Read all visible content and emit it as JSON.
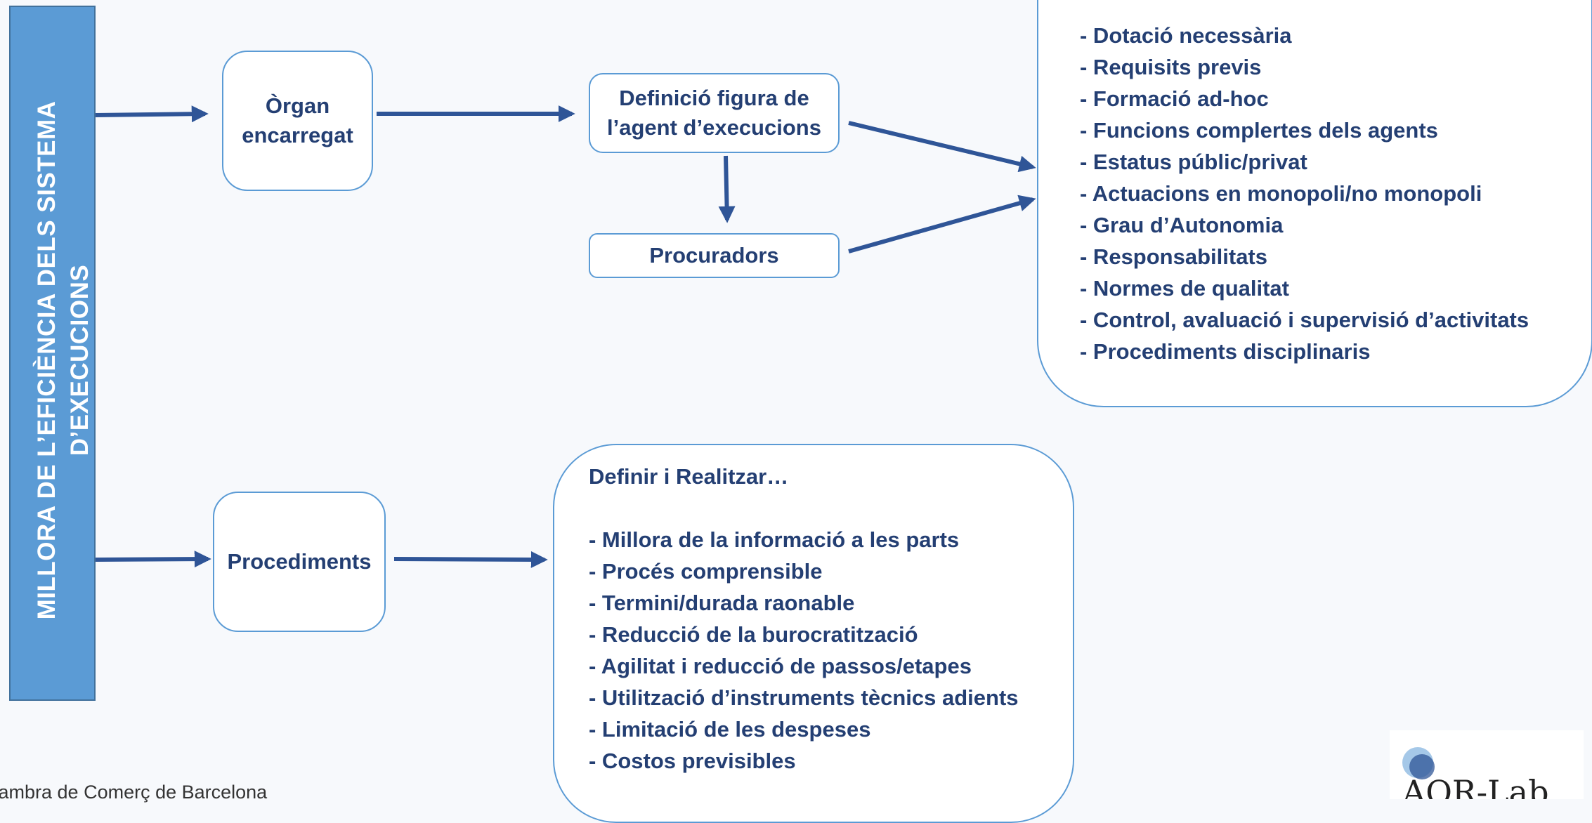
{
  "sidebar": {
    "title": "MILLORA DE L’EFICIÈNCIA DELS SISTEMA D’EXECUCIONS"
  },
  "boxes": {
    "organ": "Òrgan encarregat",
    "definicio": "Definició figura de l’agent d’execucions",
    "procuradors": "Procuradors",
    "procediments": "Procediments"
  },
  "agent_requirements": [
    "- Dotació necessària",
    "- Requisits previs",
    "- Formació ad-hoc",
    "- Funcions complertes dels agents",
    "- Estatus públic/privat",
    "- Actuacions en monopoli/no monopoli",
    "- Grau d’Autonomia",
    "- Responsabilitats",
    "- Normes de qualitat",
    "- Control, avaluació i supervisió d’activitats",
    "- Procediments disciplinaris"
  ],
  "procedure_goals": {
    "heading": "Definir i Realitzar…",
    "items": [
      "- Millora de la informació a les parts",
      "- Procés  comprensible",
      "- Termini/durada raonable",
      "- Reducció de la burocratització",
      "- Agilitat i reducció de passos/etapes",
      "- Utilització d’instruments tècnics adients",
      "- Limitació de les despeses",
      "- Costos previsibles"
    ]
  },
  "footer": {
    "text": "Cambra de Comerç de Barcelona"
  },
  "logo": {
    "text": "AQR-Lab",
    "icon": "aqr-lab-logo-icon"
  },
  "colors": {
    "accent": "#5b9bd5",
    "arrow": "#2f5597",
    "text": "#243f73"
  }
}
